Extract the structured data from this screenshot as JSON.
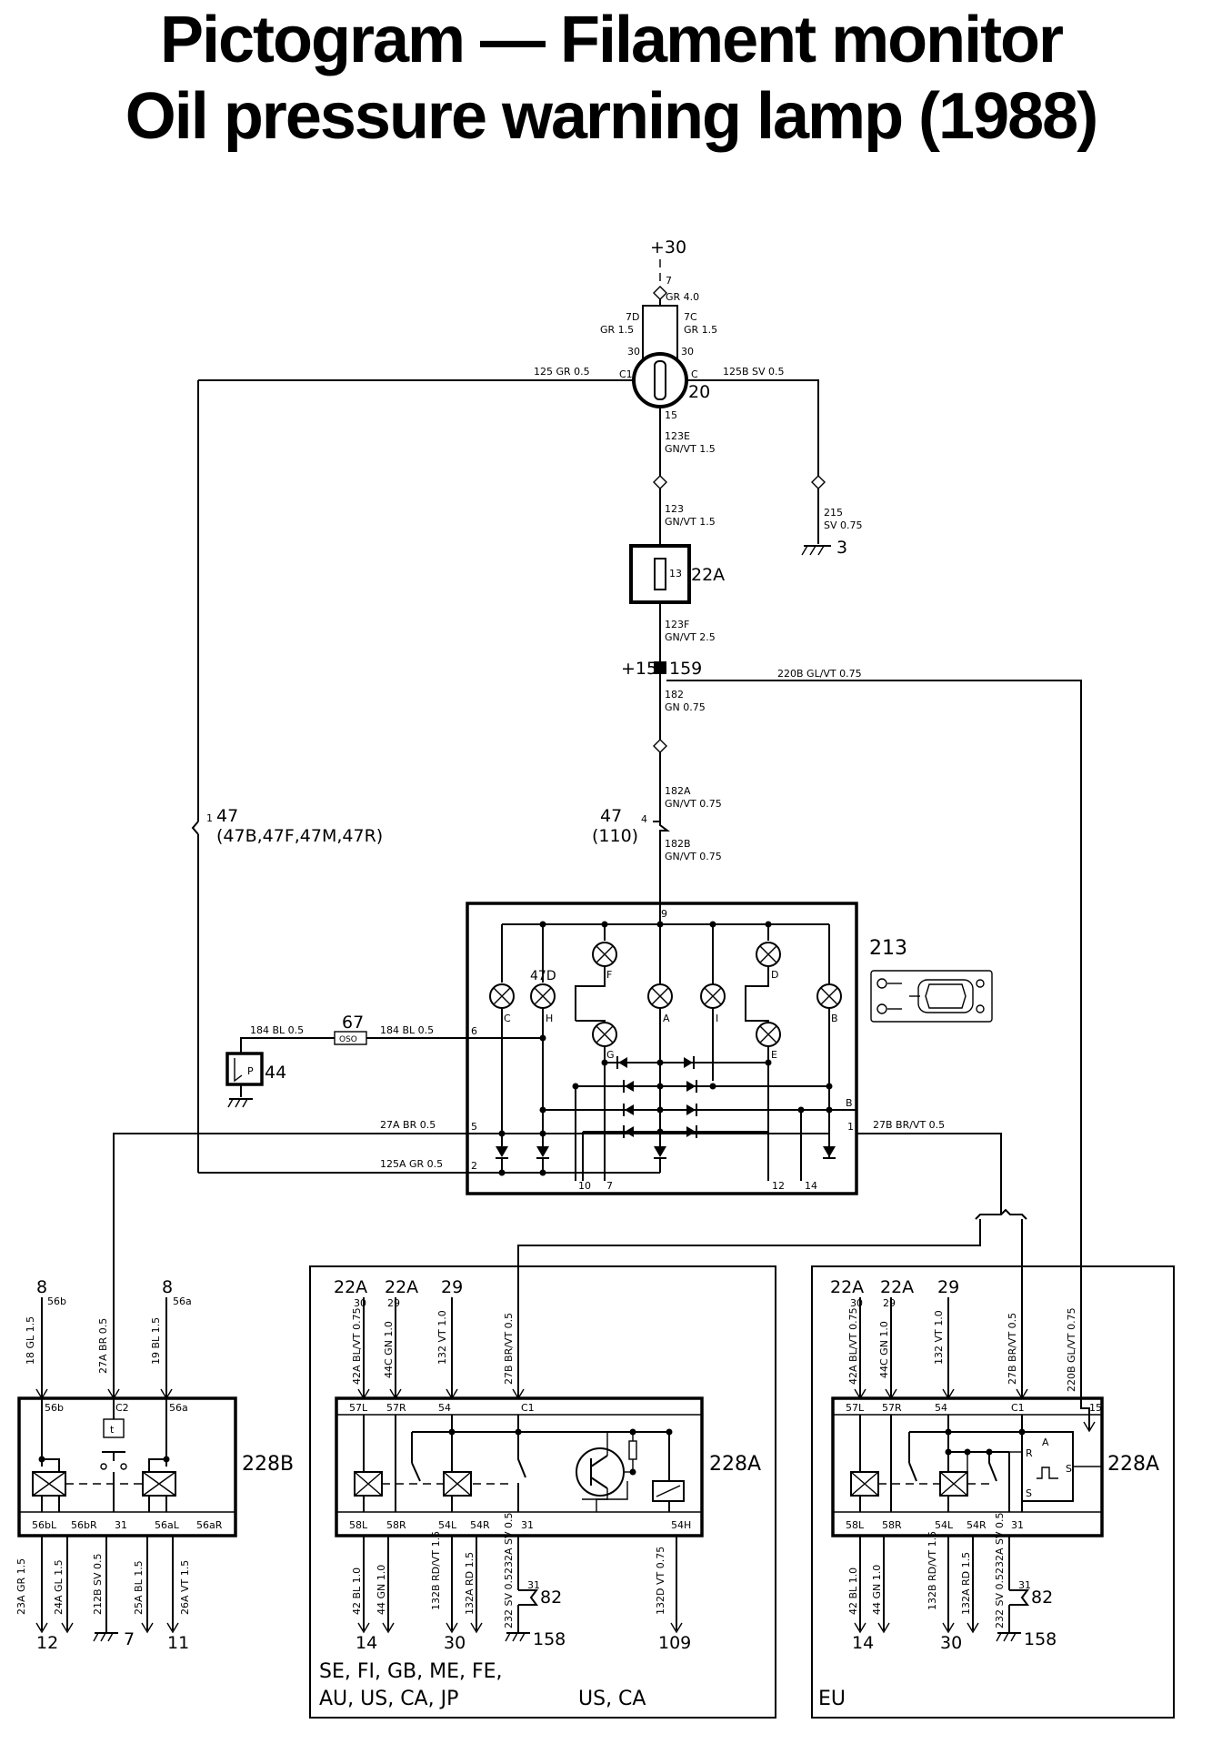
{
  "title": {
    "line1": "Pictogram — Filament monitor",
    "line2": "Oil pressure warning lamp (1988)"
  },
  "top": {
    "plus30": "+30",
    "w7": "7",
    "w7_spec": "GR 4.0",
    "w7d": "7D",
    "w7d_spec": "GR 1.5",
    "w7c": "7C",
    "w7c_spec": "GR 1.5",
    "pin30a": "30",
    "pin30b": "30",
    "c1": "C1",
    "c": "C",
    "w125": "125  GR  0.5",
    "w125b": "125B  SV  0.5",
    "comp20": "20",
    "pin15": "15",
    "w123e": "123E",
    "w123e_spec": "GN/VT  1.5",
    "w123": "123",
    "w123_spec": "GN/VT  1.5",
    "w215": "215",
    "w215_spec": "SV  0.75",
    "gnd3": "3",
    "fuse_pin": "13",
    "fuse_label": "22A",
    "w123f": "123F",
    "w123f_spec": "GN/VT  2.5",
    "plus15": "+15",
    "node159": "159",
    "w220b": "220B  GL/VT  0.75",
    "w182": "182",
    "w182_spec": "GN  0.75",
    "w182a": "182A",
    "w182a_spec": "GN/VT  0.75",
    "conn47": "47",
    "conn47_sub": "(110)",
    "conn47_pin": "4",
    "w182b": "182B",
    "w182b_spec": "GN/VT  0.75",
    "conn47_left_pin": "1",
    "conn47_left": "47",
    "conn47_left_sub": "(47B,47F,47M,47R)"
  },
  "module213": {
    "label": "213",
    "pin9": "9",
    "lamp_c": "C",
    "lamp_h": "H",
    "lamp_h_tag": "47D",
    "lamp_f": "F",
    "lamp_g": "G",
    "lamp_a": "A",
    "lamp_i": "I",
    "lamp_d": "D",
    "lamp_e": "E",
    "lamp_b": "B",
    "pin6": "6",
    "pin5": "5",
    "pin2": "2",
    "pin1": "1",
    "pin8": "B",
    "pin10": "10",
    "pin7": "7",
    "pin12": "12",
    "pin14": "14"
  },
  "oil": {
    "w184a": "184  BL  0.5",
    "fuse67": "67",
    "fuse67_text": "OSO",
    "w184b": "184  BL  0.5",
    "sensor44": "44",
    "sensor_p": "P"
  },
  "lines213": {
    "w27a": "27A  BR  0.5",
    "w125a": "125A  GR  0.5",
    "w27b": "27B  BR/VT  0.5"
  },
  "relay228b": {
    "label": "228B",
    "top_8a": "8",
    "top_56b": "56b",
    "w18": "18  GL  1.5",
    "w27a": "27A  BR  0.5",
    "top_8b": "8",
    "top_56a": "56a",
    "w19": "19  BL  1.5",
    "pin56b": "56b",
    "pinC2": "C2",
    "pin56a": "56a",
    "timer": "t",
    "pin56bl": "56bL",
    "pin56br": "56bR",
    "pin31": "31",
    "pin56al": "56aL",
    "pin56ar": "56aR",
    "w23a": "23A  GR  1.5",
    "w24a": "24A  GL  1.5",
    "w212b": "212B  SV  0.5",
    "w25a": "25A  BL  1.5",
    "w26a": "26A  VT  1.5",
    "out12": "12",
    "out7": "7",
    "out11": "11"
  },
  "relay228a_1": {
    "label": "228A",
    "top_22a_1": "22A",
    "top_22a_2": "22A",
    "top_29": "29",
    "sub30": "30",
    "sub29": "29",
    "w42a": "42A  BL/VT  0.75",
    "w44c": "44C  GN  1.0",
    "w132": "132  VT  1.0",
    "w27b": "27B  BR/VT  0.5",
    "pin57l": "57L",
    "pin57r": "57R",
    "pin54": "54",
    "pinC1": "C1",
    "pin58l": "58L",
    "pin58r": "58R",
    "pin54l": "54L",
    "pin54r": "54R",
    "pin31": "31",
    "pin54h": "54H",
    "w42": "42  BL  1.0",
    "w44": "44  GN  1.0",
    "w132b": "132B  RD/VT  1.5",
    "w132a": "132A  RD  1.5",
    "w232a": "232A  SV  0.5",
    "w232": "232  SV  0.5",
    "w132d": "132D  VT  0.75",
    "gnd_31": "31",
    "gnd82": "82",
    "out14": "14",
    "out30": "30",
    "gnd158": "158",
    "out109": "109",
    "markets_1": "SE,  FI,  GB,  ME,  FE,",
    "markets_2": "AU,  US,  CA,  JP",
    "markets_3": "US,  CA"
  },
  "relay228a_2": {
    "label": "228A",
    "top_22a_1": "22A",
    "top_22a_2": "22A",
    "top_29": "29",
    "sub30": "30",
    "sub29": "29",
    "w42a": "42A  BL/VT  0.75",
    "w44c": "44C  GN  1.0",
    "w132": "132  VT  1.0",
    "w27b": "27B  BR/VT  0.5",
    "w220b": "220B  GL/VT  0.75",
    "pin57l": "57L",
    "pin57r": "57R",
    "pin54": "54",
    "pinC1": "C1",
    "pin15": "15",
    "pinA": "A",
    "pinR": "R",
    "pinS": "S",
    "pinS2": "S",
    "pin58l": "58L",
    "pin58r": "58R",
    "pin54l": "54L",
    "pin54r": "54R",
    "pin31": "31",
    "w42": "42  BL  1.0",
    "w44": "44  GN  1.0",
    "w132b": "132B  RD/VT  1.5",
    "w132a": "132A  RD  1.5",
    "w232a": "232A  SV  0.5",
    "w232": "232  SV  0.5",
    "gnd_31": "31",
    "gnd82": "82",
    "out14": "14",
    "out30": "30",
    "gnd158": "158",
    "markets": "EU"
  }
}
